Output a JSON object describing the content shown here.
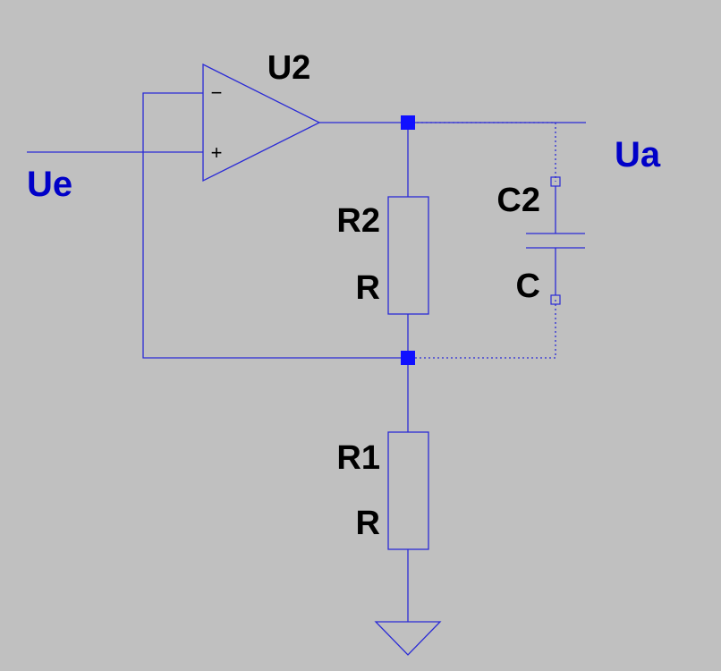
{
  "opamp": {
    "ref": "U2",
    "minus_sign": "−",
    "plus_sign": "+"
  },
  "resistors": [
    {
      "ref": "R2",
      "value": "R"
    },
    {
      "ref": "R1",
      "value": "R"
    }
  ],
  "capacitor": {
    "ref": "C2",
    "value": "C"
  },
  "nets": {
    "input": "Ue",
    "output": "Ua"
  },
  "colors": {
    "background": "#c0c0c0",
    "wire": "#2b2bd6",
    "junction": "#1010ff",
    "net_label": "#0000c8",
    "component_label": "#000000"
  }
}
